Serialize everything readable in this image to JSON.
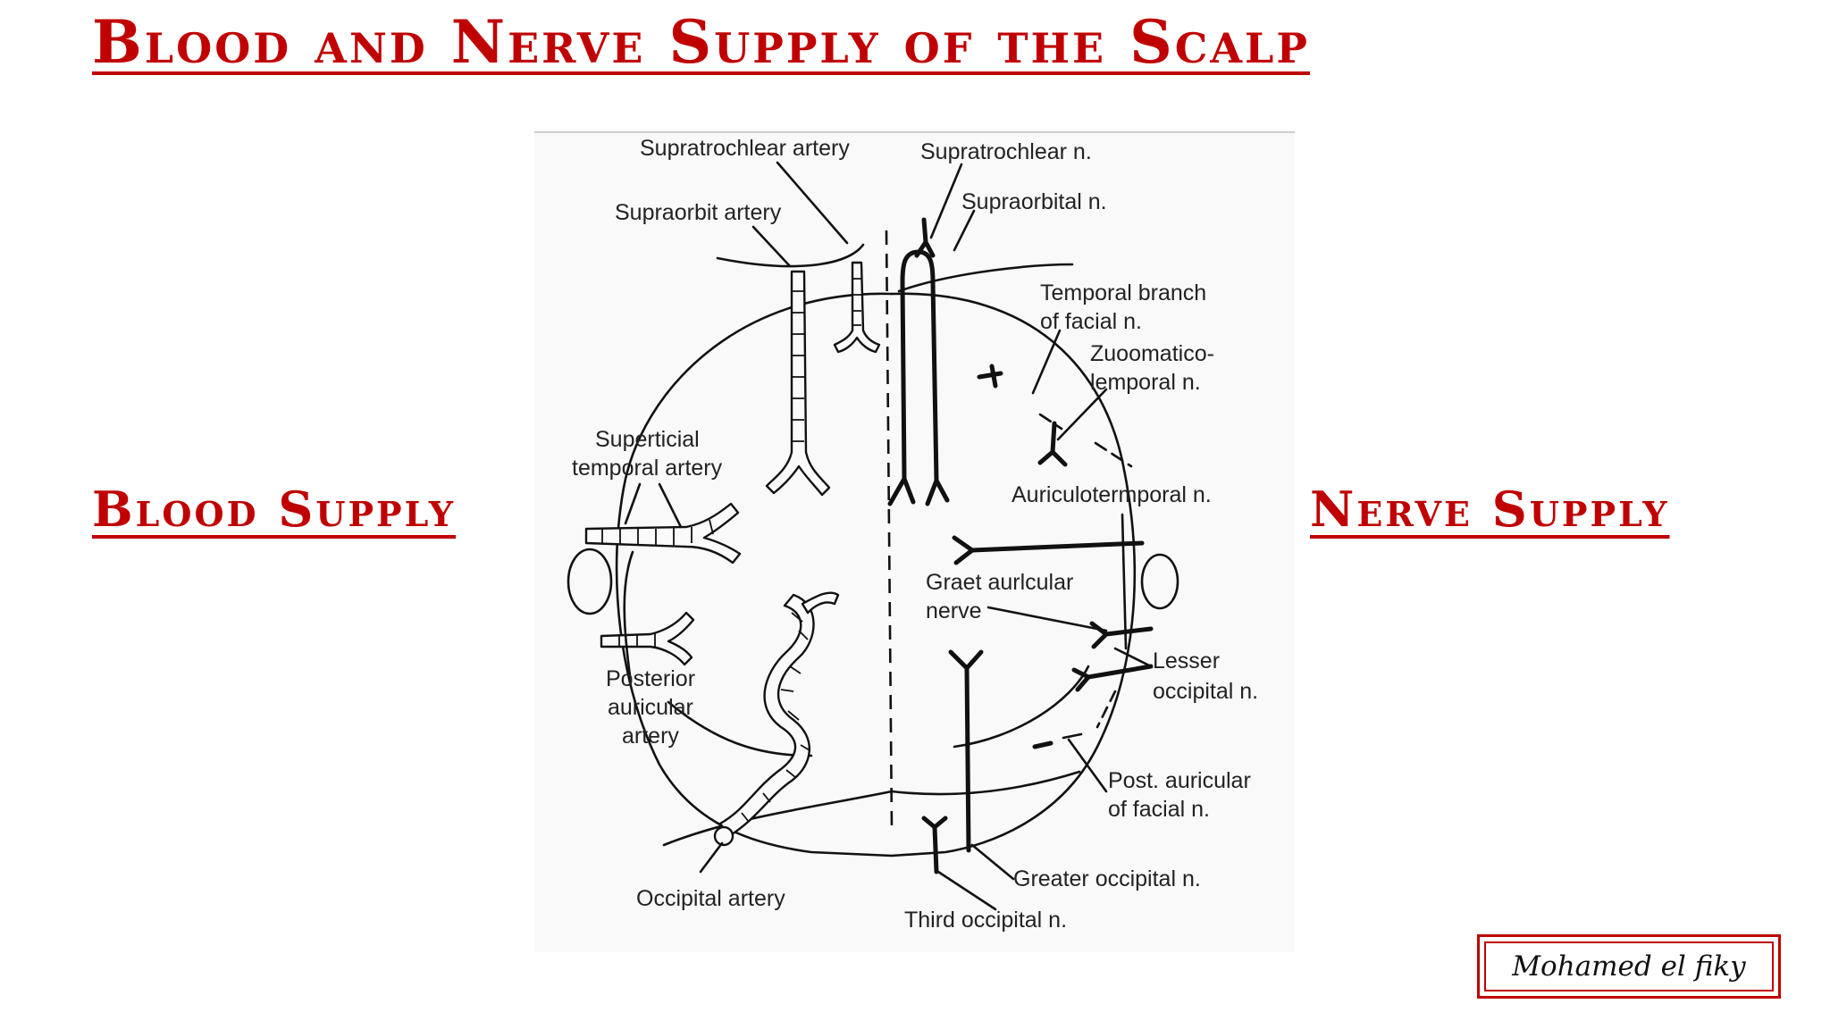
{
  "title": "Blood and Nerve Supply of the Scalp",
  "blood_heading": "Blood  Supply",
  "nerve_heading": "Nerve Supply",
  "signature": "Mohamed el fiky",
  "colors": {
    "accent": "#c00000",
    "ink": "#111111"
  },
  "diagram": {
    "blood_labels": {
      "supratrochlear_artery": "Supratrochlear artery",
      "supraorbit_artery": "Supraorbit artery",
      "superficial_temporal_line1": "Superticial",
      "superficial_temporal_line2": "temporal artery",
      "posterior_auricular_line1": "Posterior",
      "posterior_auricular_line2": "auricular",
      "posterior_auricular_line3": "artery",
      "occipital_artery": "Occipital artery"
    },
    "nerve_labels": {
      "supratrochlear_n": "Supratrochlear n.",
      "supraorbital_n": "Supraorbital n.",
      "temporal_branch_line1": "Temporal branch",
      "temporal_branch_line2": "of facial n.",
      "zygomaticotemporal_line1": "Zuoomatico-",
      "zygomaticotemporal_line2": "lemporal n.",
      "auriculotemporal_n": "Auriculotermporal n.",
      "great_auricular_line1": "Graet aurlcular",
      "great_auricular_line2": "nerve",
      "lesser_occipital_line1": "Lesser",
      "lesser_occipital_line2": "occipital n.",
      "post_auricular_line1": "Post. auricular",
      "post_auricular_line2": "of facial n.",
      "greater_occipital_n": "Greater occipital n.",
      "third_occipital_n": "Third occipital n."
    }
  }
}
